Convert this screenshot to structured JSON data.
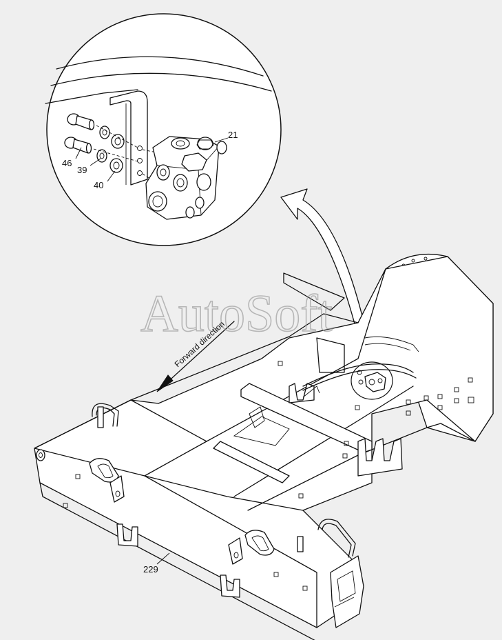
{
  "watermark": "AutoSoft",
  "direction_label": "Forward direction",
  "callouts": [
    {
      "id": "21",
      "text": "21"
    },
    {
      "id": "46",
      "text": "46"
    },
    {
      "id": "39",
      "text": "39"
    },
    {
      "id": "40",
      "text": "40"
    },
    {
      "id": "229",
      "text": "229"
    }
  ]
}
